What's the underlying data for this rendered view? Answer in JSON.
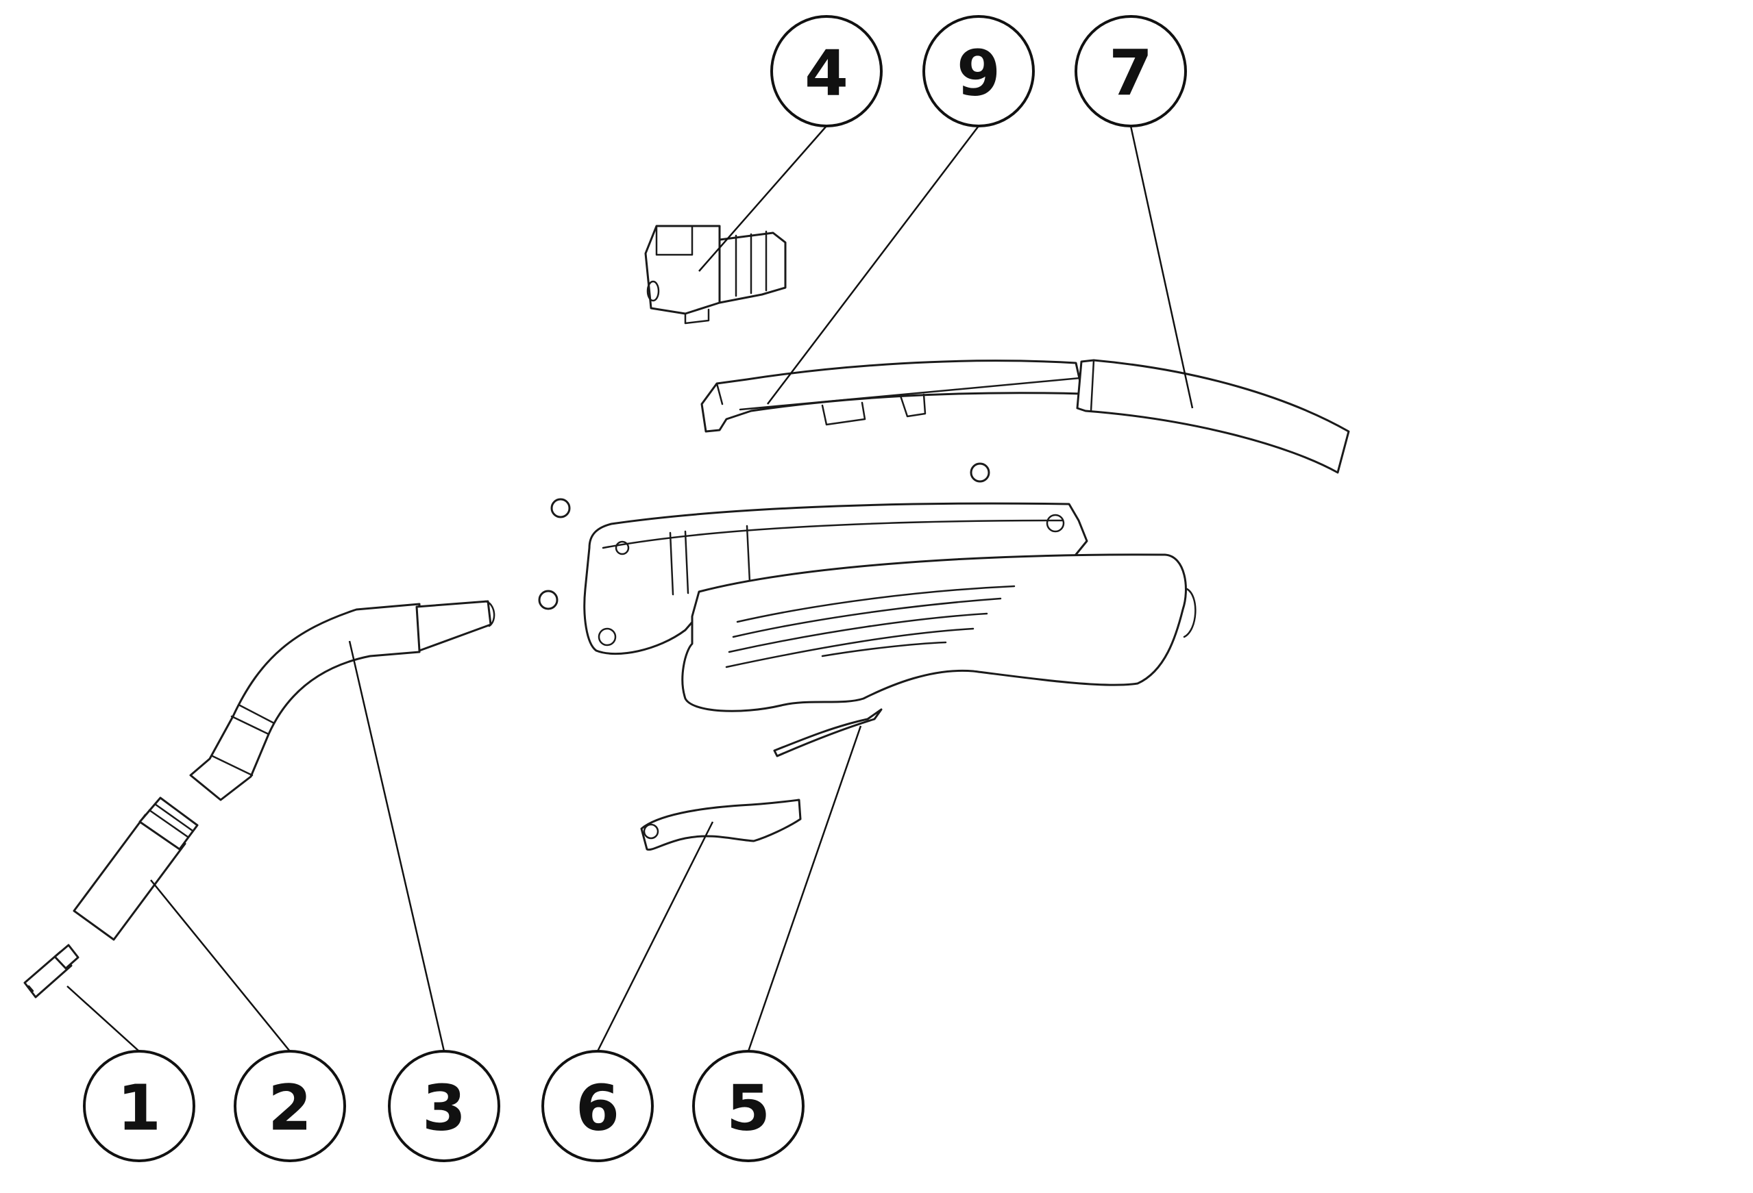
{
  "callouts": [
    {
      "id": "c1",
      "label": "1"
    },
    {
      "id": "c2",
      "label": "2"
    },
    {
      "id": "c3",
      "label": "3"
    },
    {
      "id": "c6",
      "label": "6"
    },
    {
      "id": "c5",
      "label": "5"
    },
    {
      "id": "c4",
      "label": "4"
    },
    {
      "id": "c9",
      "label": "9"
    },
    {
      "id": "c7",
      "label": "7"
    }
  ],
  "colors": {
    "line": "#1a1a1a",
    "background": "#ffffff"
  }
}
